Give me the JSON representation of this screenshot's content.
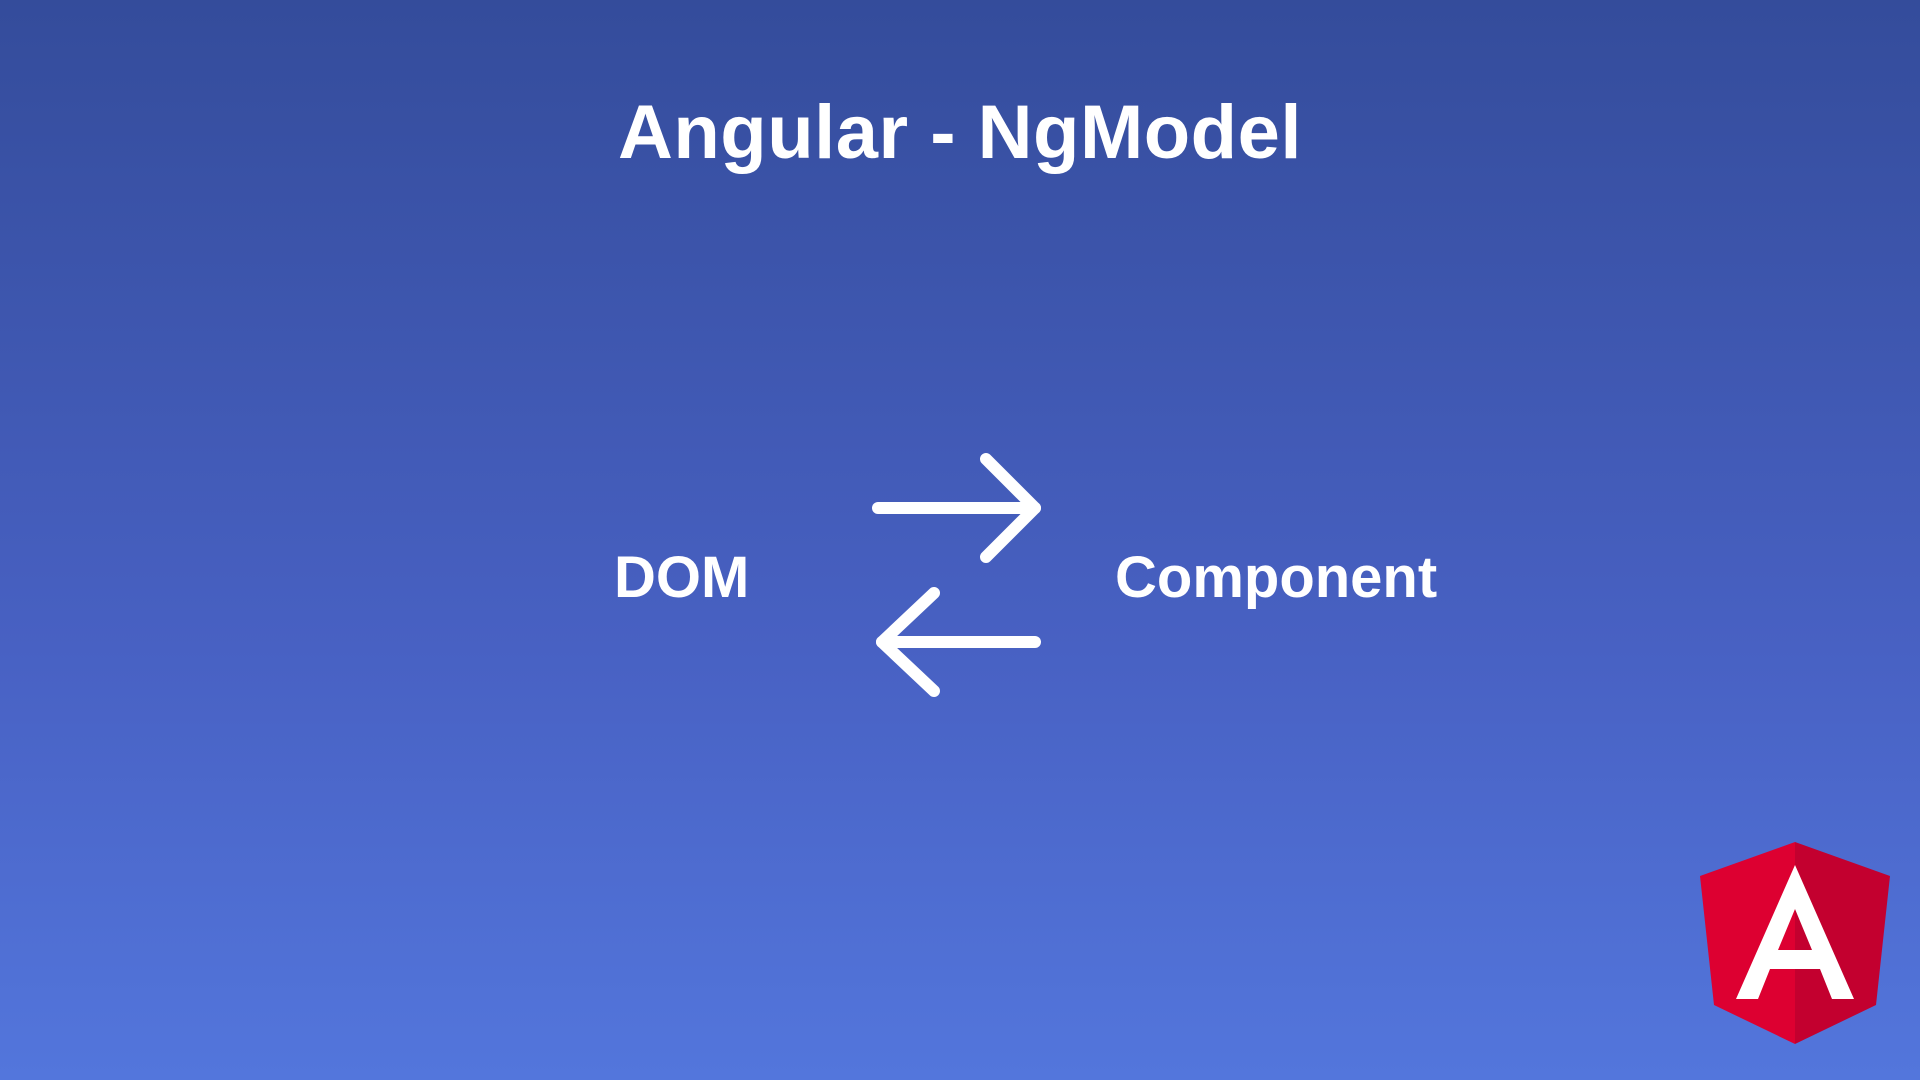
{
  "slide": {
    "title": "Angular - NgModel",
    "left_label": "DOM",
    "right_label": "Component",
    "arrows": {
      "top": "arrow-right-icon",
      "bottom": "arrow-left-icon"
    },
    "logo": "angular-logo-icon",
    "colors": {
      "background_top": "#344c9b",
      "background_bottom": "#5376dc",
      "text": "#ffffff",
      "logo_red": "#dd0031",
      "logo_dark_red": "#c3002f"
    }
  }
}
